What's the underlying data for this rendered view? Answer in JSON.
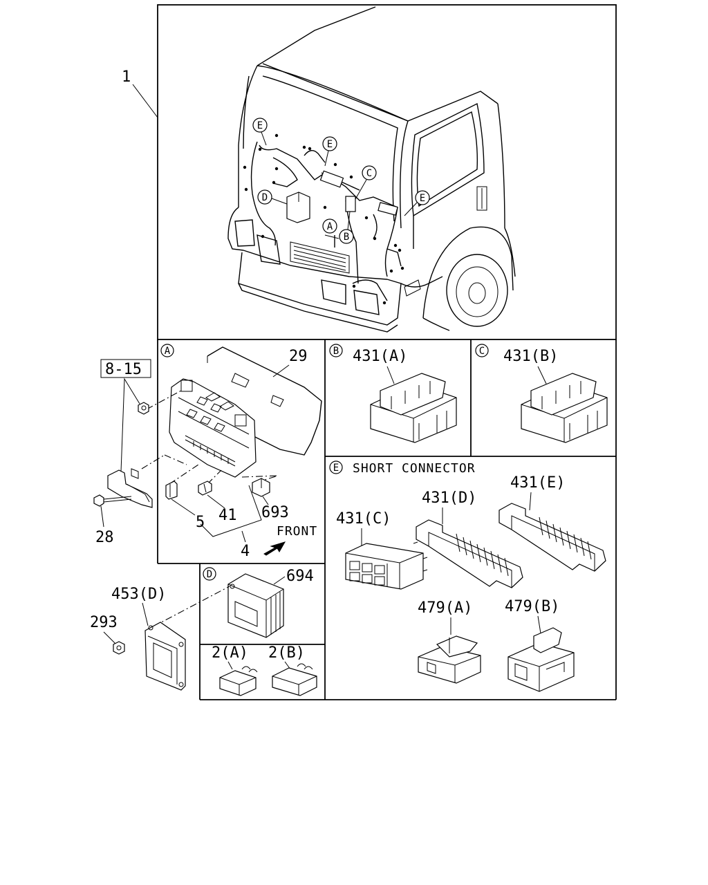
{
  "labels": {
    "part_1": "1",
    "part_8_15": "8-15",
    "part_28": "28",
    "part_29": "29",
    "part_5": "5",
    "part_41": "41",
    "part_693": "693",
    "part_4": "4",
    "front": "FRONT",
    "part_431A": "431(A)",
    "part_431B": "431(B)",
    "short_connector": "SHORT CONNECTOR",
    "part_431C": "431(C)",
    "part_431D": "431(D)",
    "part_431E": "431(E)",
    "part_479A": "479(A)",
    "part_479B": "479(B)",
    "part_694": "694",
    "part_453D": "453(D)",
    "part_293": "293",
    "part_2A": "2(A)",
    "part_2B": "2(B)"
  },
  "callouts": {
    "A": "A",
    "B": "B",
    "C": "C",
    "D": "D",
    "E": "E"
  }
}
